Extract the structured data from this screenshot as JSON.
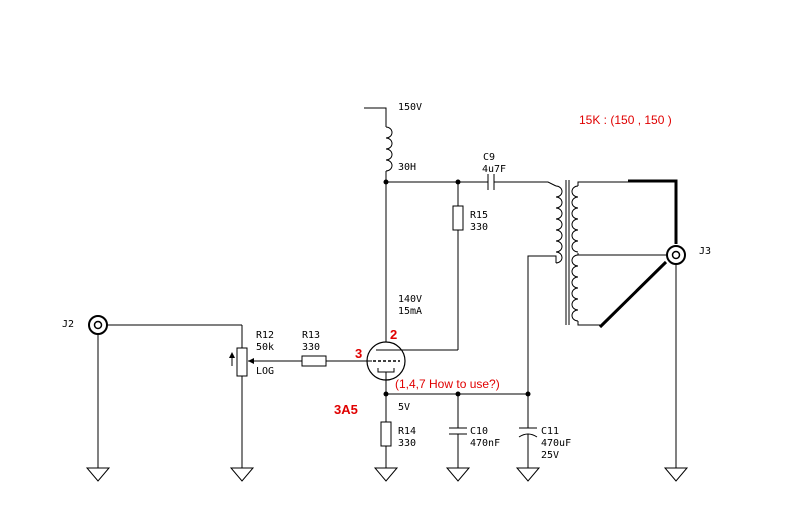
{
  "colors": {
    "wire": "#000000",
    "annotation": "#e00000",
    "background": "#ffffff"
  },
  "labels": {
    "supply_v": "150V",
    "choke": "30H",
    "c9_name": "C9",
    "c9_value": "4u7F",
    "r15_name": "R15",
    "r15_value": "330",
    "plate_v": "140V",
    "plate_i": "15mA",
    "r12_name": "R12",
    "r12_value": "50k",
    "r12_taper": "LOG",
    "r13_name": "R13",
    "r13_value": "330",
    "cathode_v": "5V",
    "r14_name": "R14",
    "r14_value": "330",
    "c10_name": "C10",
    "c10_value": "470nF",
    "c11_name": "C11",
    "c11_value": "470uF",
    "c11_voltage": "25V",
    "j2": "J2",
    "j3": "J3"
  },
  "annotations": {
    "transformer": "15K : (150 , 150 )",
    "pin_plate": "2",
    "pin_grid": "3",
    "tube": "3A5",
    "pins_note": "(1,4,7 How to use?)"
  }
}
